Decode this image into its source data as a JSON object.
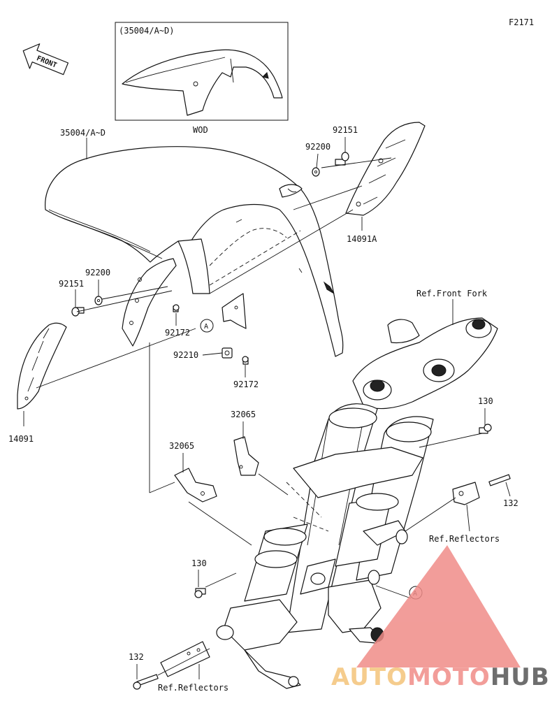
{
  "diagram_code": "F2171",
  "front_label": "FRONT",
  "inset": {
    "part_number": "(35004/A~D)",
    "caption": "WOD"
  },
  "callouts": {
    "fender": "35004/A~D",
    "washer_right": "92200",
    "bolt_right": "92151",
    "cover_right": "14091A",
    "washer_left": "92200",
    "bolt_left": "92151",
    "bolt_center": "92172",
    "bracket_nut": "92210",
    "bolt_lower": "92172",
    "cover_left": "14091",
    "ref_front_fork": "Ref.Front Fork",
    "bolt_130_upper": "130",
    "bracket_upper": "32065",
    "bracket_lower": "32065",
    "bolt_132_right": "132",
    "ref_reflectors_right": "Ref.Reflectors",
    "bolt_130_lower": "130",
    "bolt_132_lower": "132",
    "ref_reflectors_lower": "Ref.Reflectors",
    "mark_a_upper": "A",
    "mark_a_lower": "A"
  },
  "watermark": {
    "part1": "AUTO",
    "part2": "MOTO",
    "part3": "HUB",
    "color_light": "#f4c47a",
    "color_red": "#f08c88",
    "color_dark": "#555555"
  }
}
